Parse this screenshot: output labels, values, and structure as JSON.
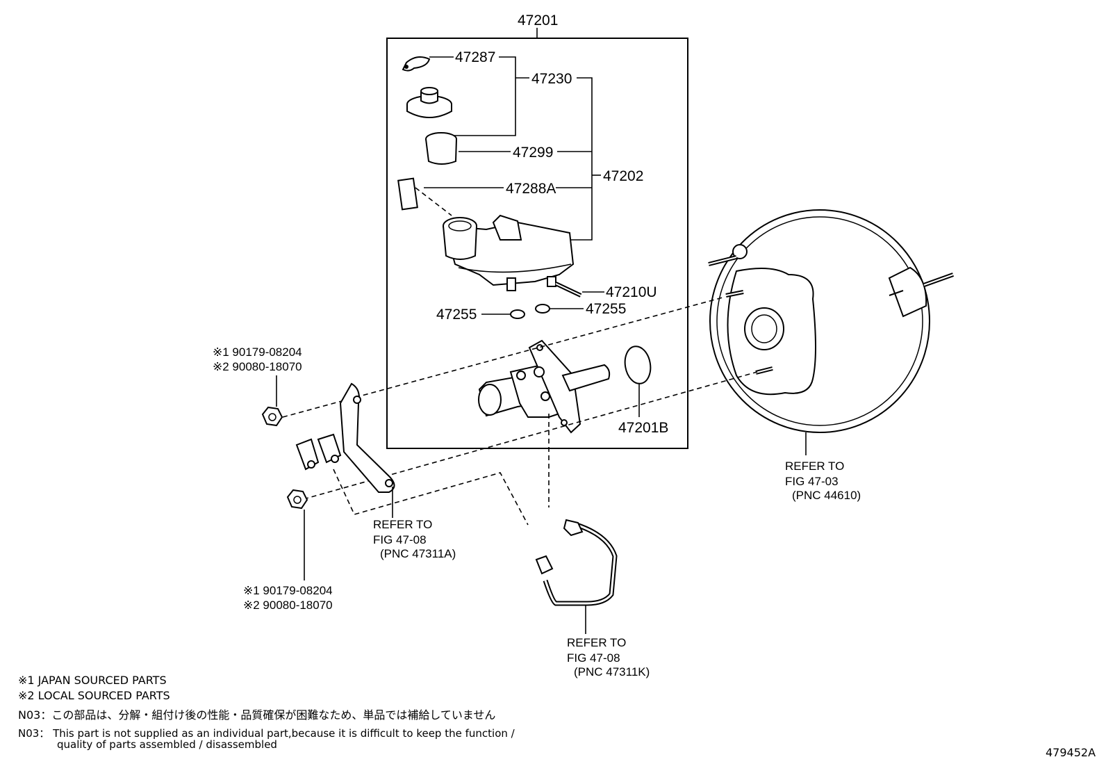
{
  "assembly": {
    "top_label": "47201",
    "items": {
      "p47287": "47287",
      "p47230": "47230",
      "p47299": "47299",
      "p47288A": "47288A",
      "p47202": "47202",
      "p47210U": "47210U",
      "p47255_left": "47255",
      "p47255_right": "47255",
      "p47201B": "47201B"
    }
  },
  "nuts": {
    "upper": {
      "line1": "※1 90179-08204",
      "line2": "※2 90080-18070"
    },
    "lower": {
      "line1": "※1 90179-08204",
      "line2": "※2 90080-18070"
    }
  },
  "refs": {
    "booster": {
      "line1": "REFER TO",
      "line2": "FIG 47-03",
      "line3": "(PNC 44610)"
    },
    "bracket": {
      "line1": "REFER TO",
      "line2": "FIG 47-08",
      "line3": "(PNC 47311A)"
    },
    "tube": {
      "line1": "REFER TO",
      "line2": "FIG 47-08",
      "line3": "(PNC 47311K)"
    }
  },
  "notes": {
    "n1": "※1 JAPAN SOURCED PARTS",
    "n2": "※2 LOCAL SOURCED PARTS",
    "n3_jp": "N03：この部品は、分解・組付け後の性能・品質確保が困難なため、単品では補給していません",
    "n3_en_1": "N03： This part is not supplied as an individual part,because it is difficult to keep the function /",
    "n3_en_2": "quality of parts assembled / disassembled"
  },
  "figure_id": "479452A"
}
